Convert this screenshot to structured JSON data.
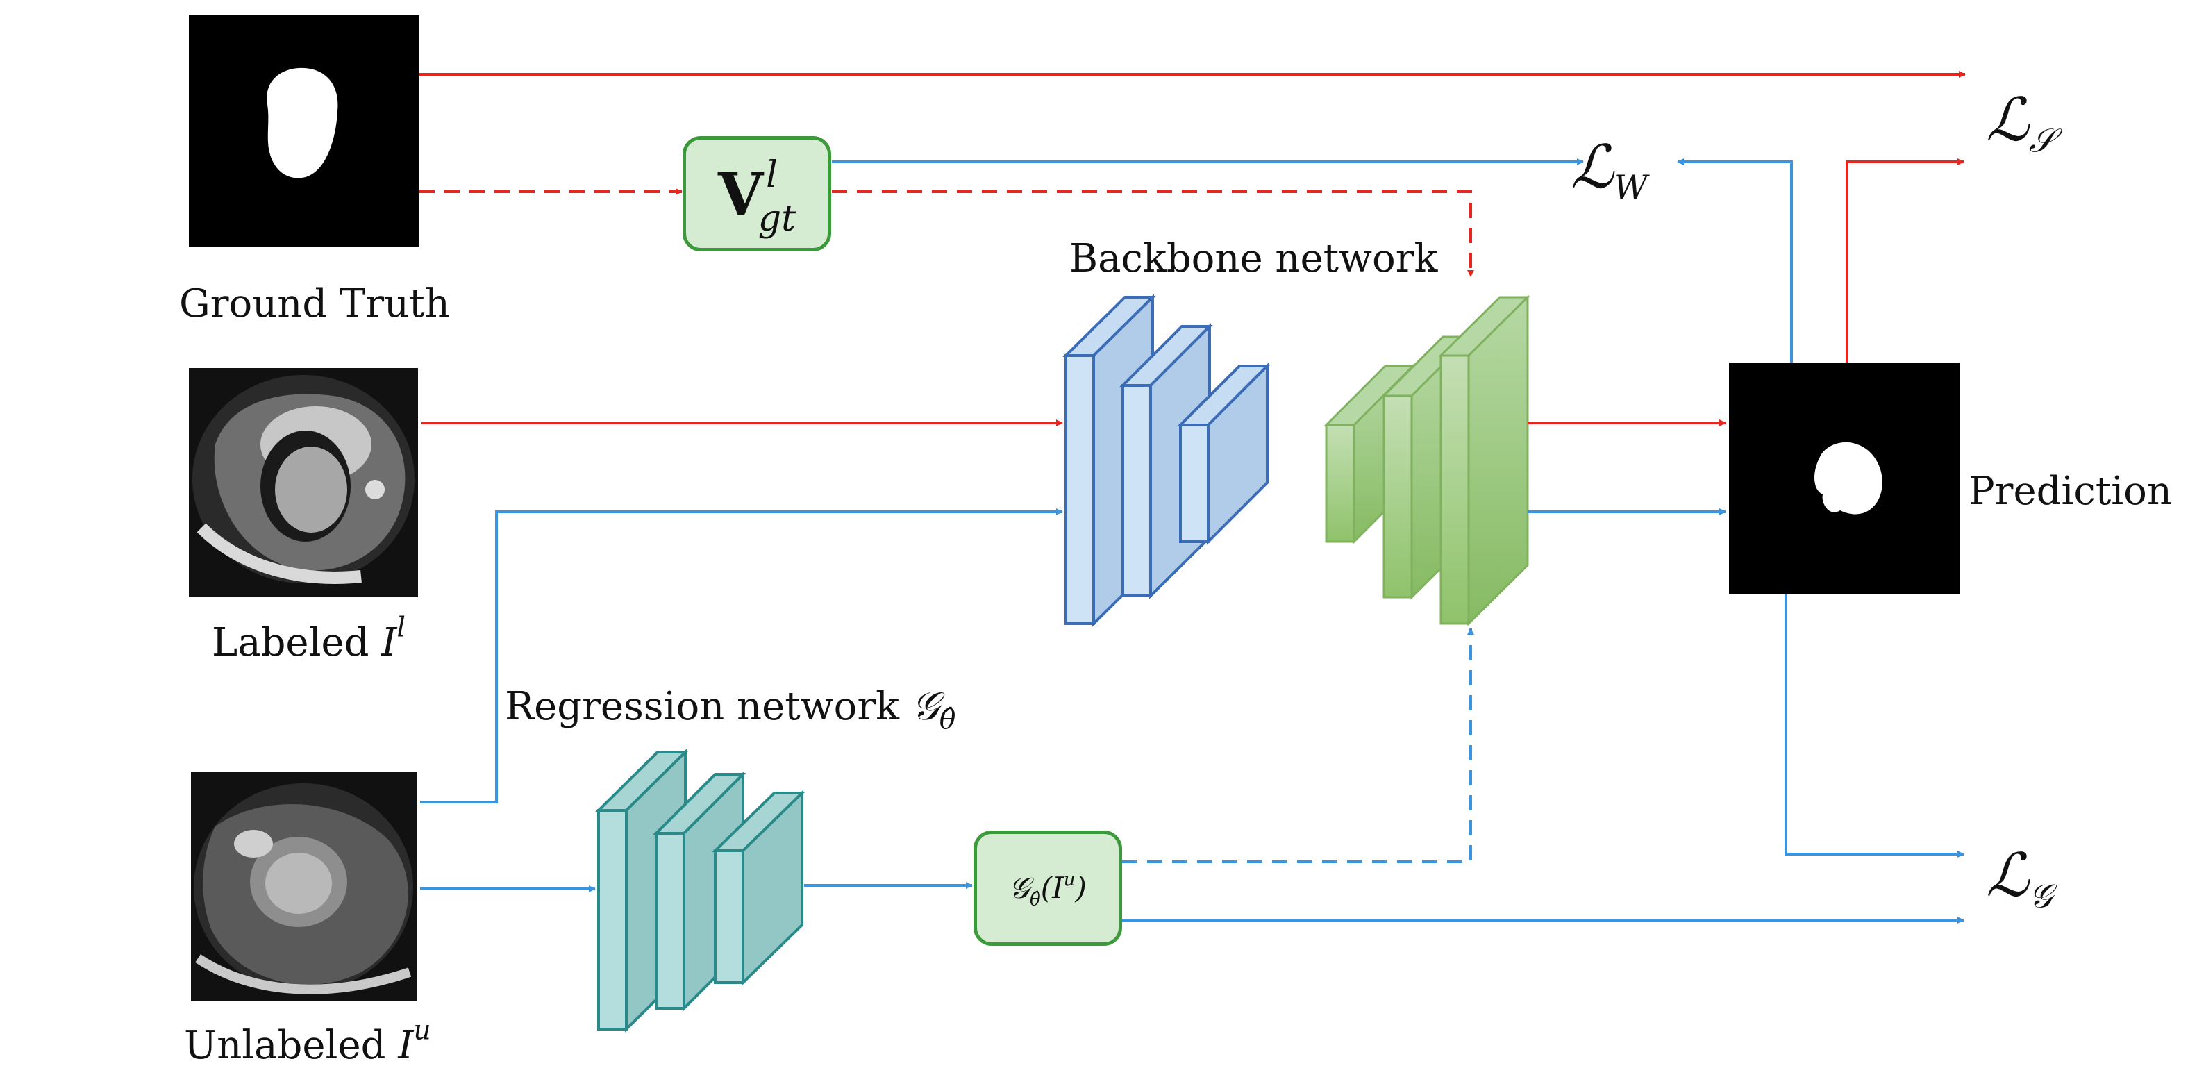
{
  "images": {
    "ground_truth": "Ground Truth",
    "labeled_prefix": "Labeled ",
    "labeled_var": "I",
    "labeled_sup": "l",
    "unlabeled_prefix": "Unlabeled ",
    "unlabeled_var": "I",
    "unlabeled_sup": "u",
    "prediction": "Prediction"
  },
  "networks": {
    "backbone": "Backbone network",
    "regression_prefix": "Regression network ",
    "regression_symbol": "𝒢",
    "regression_sub": "θ̂"
  },
  "boxes": {
    "vgt_main": "V",
    "vgt_sup": "l",
    "vgt_sub": "gt",
    "g_symbol": "𝒢",
    "g_sub": "θ̂",
    "g_arg": "(I",
    "g_arg_sup": "u",
    "g_close": ")"
  },
  "losses": {
    "ls_main": "ℒ",
    "ls_sub": "𝒮",
    "lw_main": "ℒ",
    "lw_sub": "W",
    "lg_main": "ℒ",
    "lg_sub": "𝒢"
  },
  "colors": {
    "red": "#e8251f",
    "blue": "#3b94e0",
    "backbone_encoder": "#b8d4ee",
    "backbone_decoder": "#9bcc7e",
    "regression": "#9cd0cf",
    "box_fill": "#d6ecd2",
    "box_border": "#3c9a3c"
  }
}
